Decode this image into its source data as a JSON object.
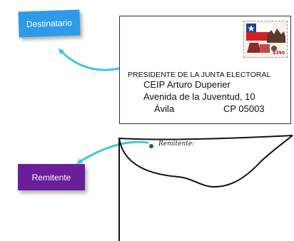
{
  "labels": {
    "destinatario": "Destinatario",
    "remitente": "Remitente"
  },
  "envelope_front": {
    "stamp_value": "$390",
    "address_lines": [
      "PRESIDENTE DE LA JUNTA ELECTORAL",
      "CEIP Arturo Duperier",
      "Avenida de la Juventud, 10",
      "Ávila",
      "CP 05003"
    ]
  },
  "envelope_back": {
    "remitente_label": "Remitente:"
  },
  "colors": {
    "destinatario_box": "#2f9ae8",
    "remitente_box": "#6a1e9a",
    "arrow": "#3ec7e2",
    "dot": "#1a6b2a"
  }
}
